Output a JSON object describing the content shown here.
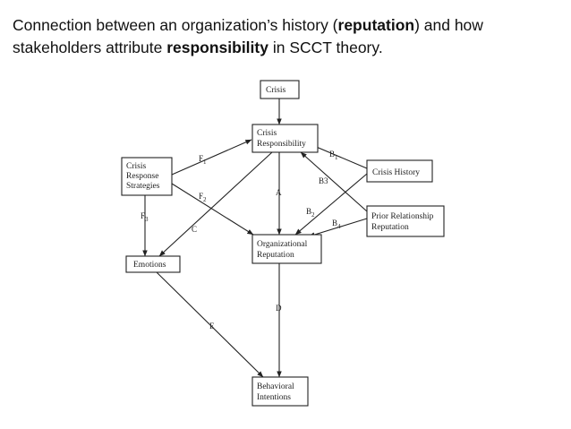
{
  "heading": {
    "part1": "Connection between an organization’s history (",
    "bold1": "reputation",
    "part2": ") and how stakeholders attribute ",
    "bold2": "responsibility",
    "part3": " in SCCT theory."
  },
  "diagram": {
    "nodes": {
      "crisis": [
        "Crisis"
      ],
      "crisis_responsibility": [
        "Crisis",
        "Responsibility"
      ],
      "crisis_response_strategies": [
        "Crisis",
        "Response",
        "Strategies"
      ],
      "crisis_history": [
        "Crisis History"
      ],
      "prior_relationship_reputation": [
        "Prior Relationship",
        "Reputation"
      ],
      "emotions": [
        "Emotions"
      ],
      "organizational_reputation": [
        "Organizational",
        "Reputation"
      ],
      "behavioral_intentions": [
        "Behavioral",
        "Intentions"
      ]
    },
    "edge_labels": {
      "f1": "F",
      "f1_sub": "1",
      "f2": "F",
      "f2_sub": "2",
      "f3": "F",
      "f3_sub": "3",
      "a": "A",
      "b1": "B",
      "b1_sub": "1",
      "b2": "B",
      "b2_sub": "2",
      "b3": "B3",
      "b4": "B",
      "b4_sub": "4",
      "c": "C",
      "d": "D",
      "e": "E"
    }
  }
}
